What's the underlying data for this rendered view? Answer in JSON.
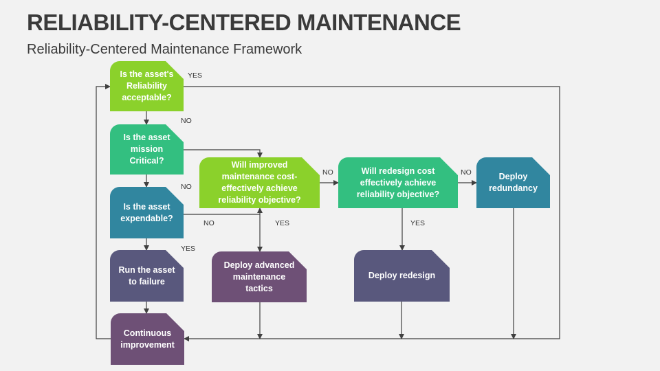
{
  "title": "RELIABILITY-CENTERED MAINTENANCE",
  "subtitle": "Reliability-Centered Maintenance Framework",
  "colors": {
    "green": "#8bd12b",
    "teal_green": "#33bf80",
    "teal": "#31869f",
    "slate": "#59587d",
    "purple": "#6e5076"
  },
  "nodes": {
    "reliability": "Is the asset's Reliability acceptable?",
    "mission": "Is the asset mission Critical?",
    "expendable": "Is the asset expendable?",
    "run": "Run the asset to failure",
    "continuous": "Continuous improvement",
    "improved": "Will improved maintenance cost-effectively achieve reliability objective?",
    "redesign_cost": "Will redesign cost effectively achieve reliability objective?",
    "redundancy": "Deploy redundancy",
    "advanced": "Deploy advanced maintenance tactics",
    "redesign": "Deploy redesign"
  },
  "labels": {
    "yes1": "YES",
    "no1": "NO",
    "no2": "NO",
    "no3": "NO",
    "yes2": "YES",
    "yes3": "YES",
    "no4": "NO",
    "no5": "NO",
    "yes4": "YES"
  }
}
